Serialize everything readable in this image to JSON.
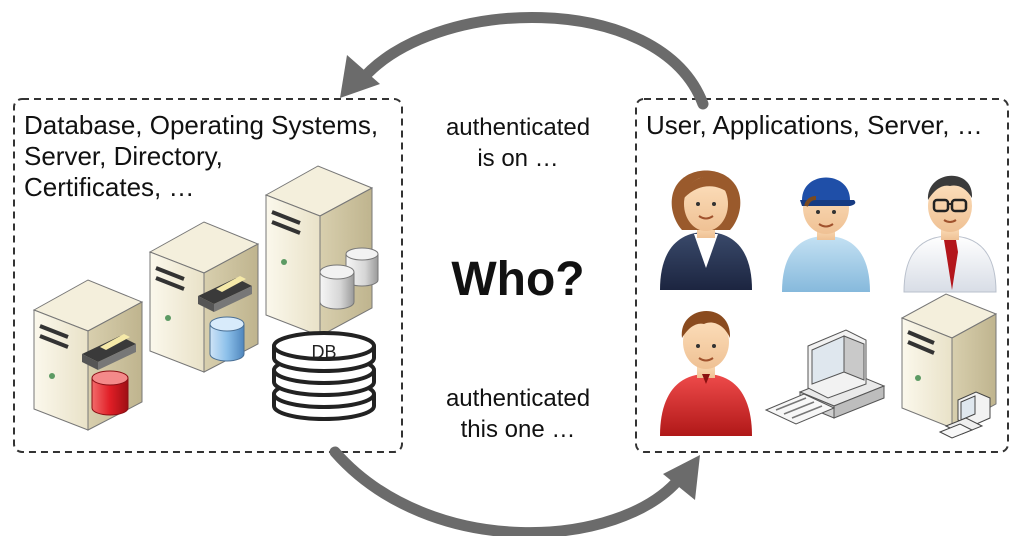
{
  "left_box": {
    "label": "Database, Operating Systems,\nServer, Directory,\nCertificates, …"
  },
  "right_box": {
    "label": "User, Applications, Server, …"
  },
  "center": {
    "top_text": "authenticated\nis on …",
    "question": "Who?",
    "bottom_text": "authenticated\nthis one …"
  },
  "db_label": "DB",
  "icons": {
    "left": [
      "server-red-cylinder-icon",
      "server-blue-cylinder-icon",
      "server-grey-cylinders-icon",
      "database-stack-icon"
    ],
    "right": [
      "businesswoman-icon",
      "user-cap-icon",
      "businessman-glasses-icon",
      "user-red-shirt-icon",
      "desktop-computer-icon",
      "server-with-computer-icon"
    ]
  },
  "colors": {
    "arrow": "#6b6b6b",
    "border": "#333333",
    "red": "#d7262b",
    "blue": "#7fb3e0"
  }
}
